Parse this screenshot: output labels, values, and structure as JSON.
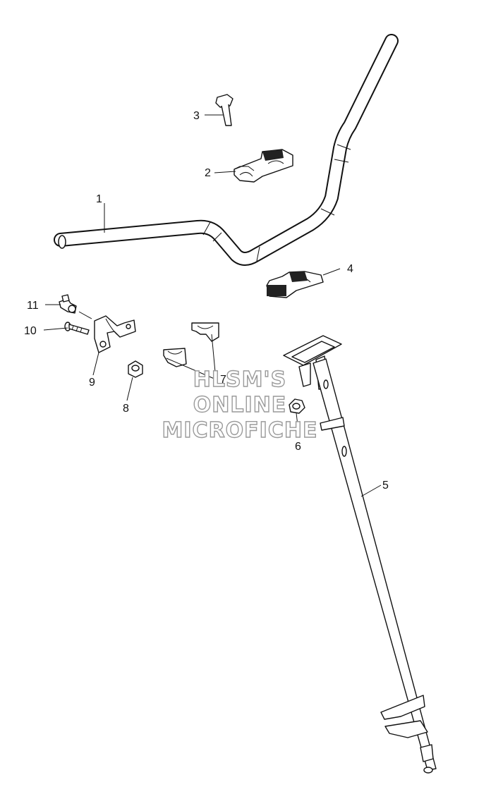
{
  "callouts": {
    "c1": "1",
    "c2": "2",
    "c3": "3",
    "c4": "4",
    "c5": "5",
    "c6": "6",
    "c7": "7",
    "c8": "8",
    "c9": "9",
    "c10": "10",
    "c11": "11"
  },
  "watermark": {
    "line1": "HLSM'S",
    "line2": "ONLINE",
    "line3": "MICROFICHE"
  }
}
